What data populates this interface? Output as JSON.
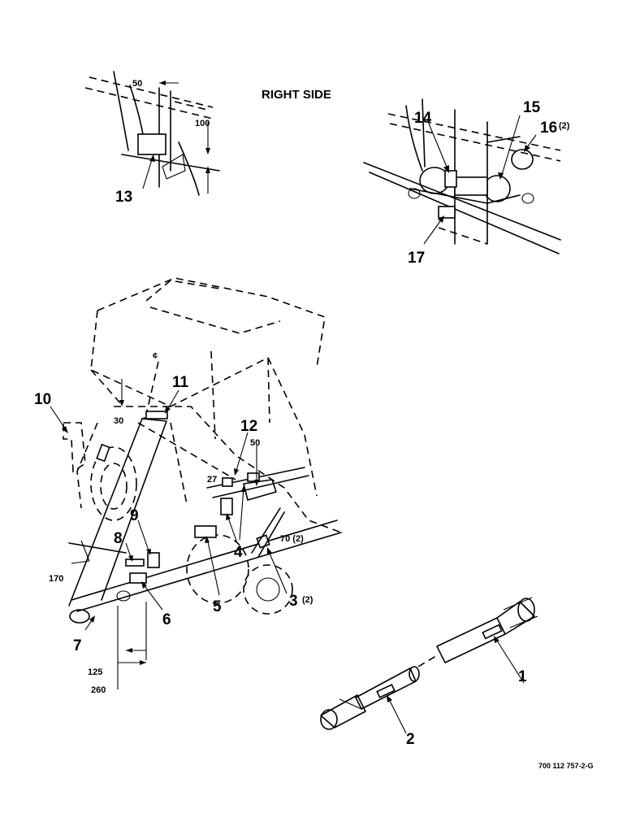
{
  "heading": "RIGHT SIDE",
  "figure_number": "700 112 757-2-G",
  "callouts": {
    "c1": "1",
    "c2": "2",
    "c3": "3",
    "c3_qty": "(2)",
    "c4": "4",
    "c5": "5",
    "c6": "6",
    "c7": "7",
    "c8": "8",
    "c9": "9",
    "c10": "10",
    "c11": "11",
    "c12": "12",
    "c13": "13",
    "c14": "14",
    "c15": "15",
    "c16": "16",
    "c16_qty": "(2)",
    "c17": "17"
  },
  "dimensions": {
    "d50_top": "50",
    "d100": "100",
    "d30": "30",
    "d50_right": "50",
    "d27": "27",
    "d70": "70 (2)",
    "d170": "170",
    "d125": "125",
    "d260": "260"
  },
  "icons": {
    "centerline": "centerline-symbol"
  }
}
